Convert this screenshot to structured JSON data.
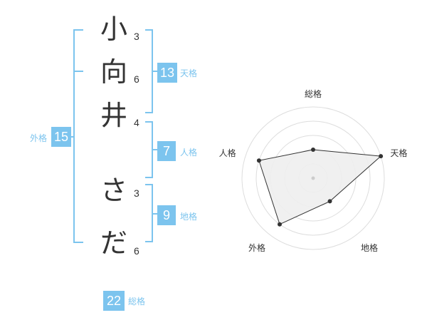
{
  "name_chars": [
    {
      "char": "小",
      "strokes": "3"
    },
    {
      "char": "向",
      "strokes": "6"
    },
    {
      "char": "井",
      "strokes": "4"
    },
    {
      "char": "さ",
      "strokes": "3"
    },
    {
      "char": "だ",
      "strokes": "6"
    }
  ],
  "fortunes": {
    "tenkaku": {
      "value": "13",
      "label": "天格"
    },
    "jinkaku": {
      "value": "7",
      "label": "人格"
    },
    "chikaku": {
      "value": "9",
      "label": "地格"
    },
    "gaikaku": {
      "value": "15",
      "label": "外格"
    },
    "soukaku": {
      "value": "22",
      "label": "総格"
    }
  },
  "chart_data": {
    "type": "radar",
    "axes": [
      "総格",
      "天格",
      "地格",
      "外格",
      "人格"
    ],
    "values": [
      2,
      5,
      2,
      4,
      4
    ],
    "rmax": 5,
    "rings": 5
  },
  "colors": {
    "accent": "#7cc4ee",
    "text": "#333333",
    "grid": "#dddddd",
    "fill": "#eeeeee",
    "line": "#333333"
  }
}
